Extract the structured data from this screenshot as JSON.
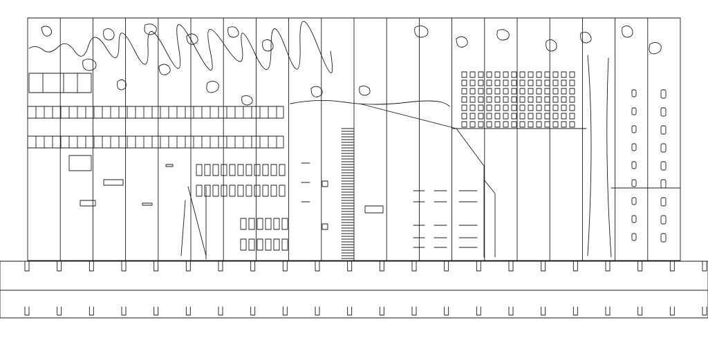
{
  "drawing": {
    "kind": "line-drawing",
    "ink_color": "#1a1a1a",
    "paper_color": "#ffffff",
    "mural_panel_count": 20,
    "base_module_count": 22,
    "base_course_count": 2
  }
}
